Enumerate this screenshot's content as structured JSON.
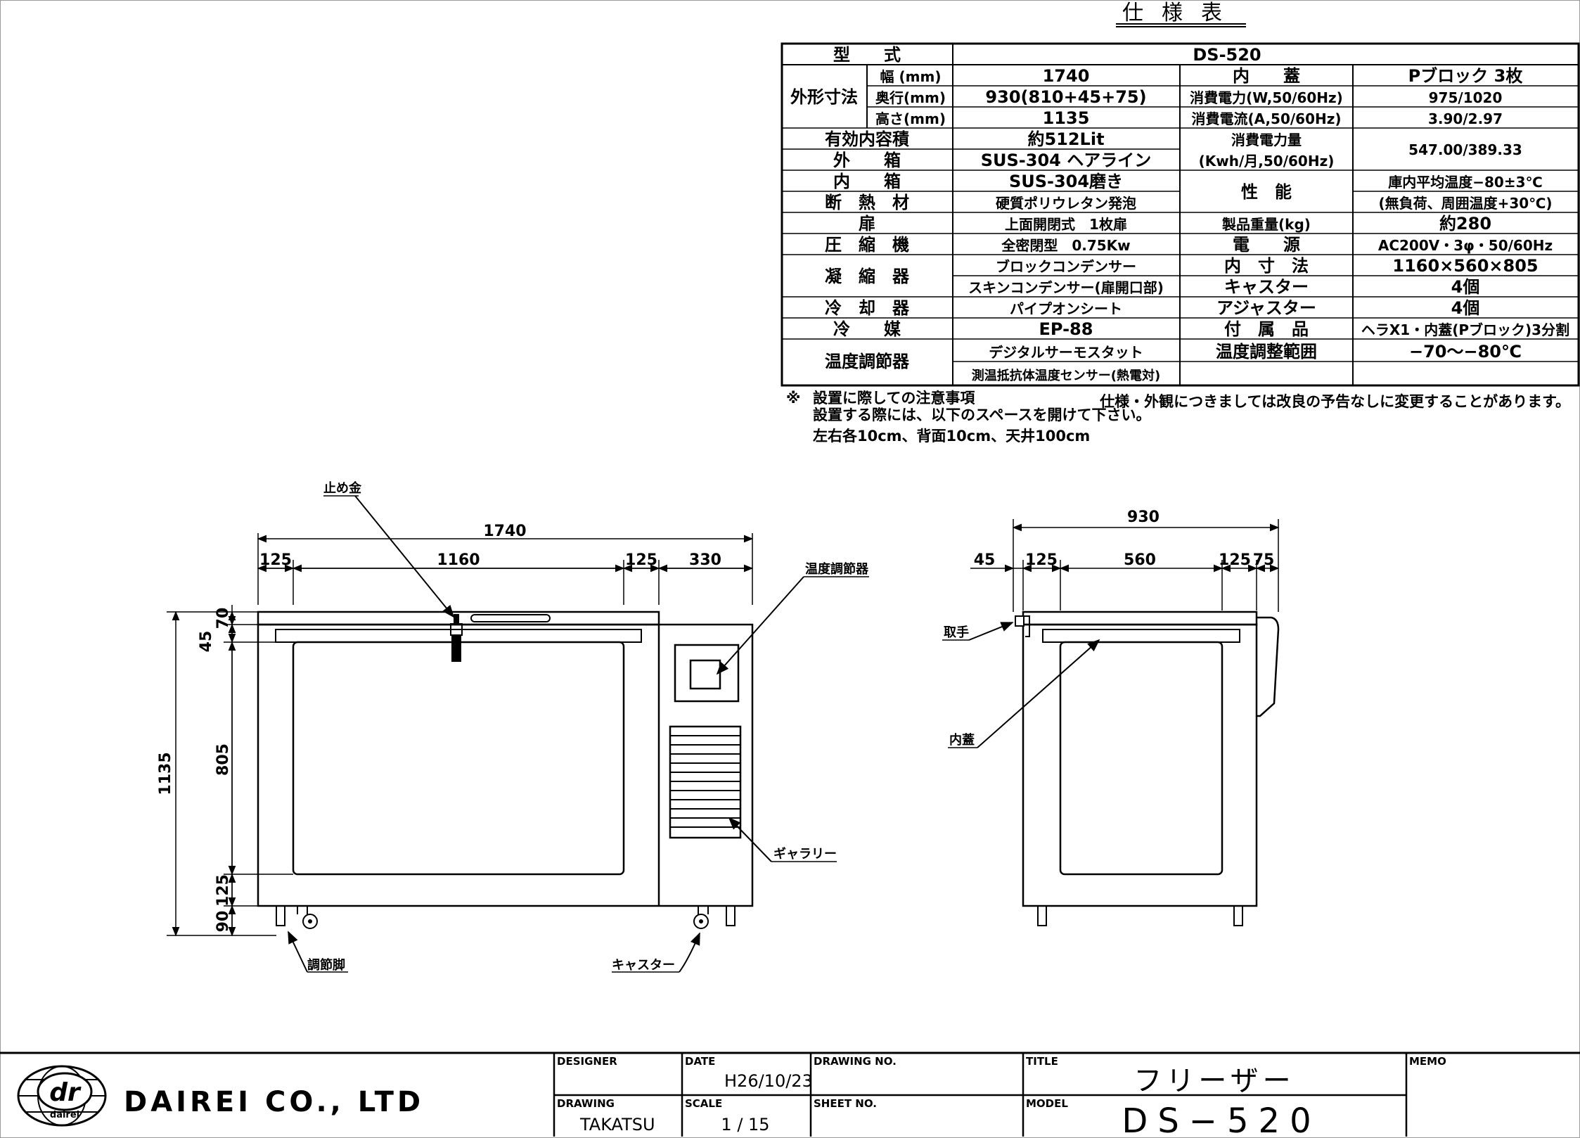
{
  "spec": {
    "title": "仕様表",
    "rows": [
      {
        "l1": "型　　式",
        "l2": "",
        "v": "DS-520",
        "l3": "",
        "v3": ""
      },
      {
        "l1": "外形寸法",
        "l2": "幅 (mm)",
        "v": "1740",
        "l3": "内　　蓋",
        "v3": "Pブロック 3枚"
      },
      {
        "l1": "",
        "l2": "奥行(mm)",
        "v": "930(810+45+75)",
        "l3": "消費電力(W,50/60Hz)",
        "v3": "975/1020"
      },
      {
        "l1": "",
        "l2": "高さ(mm)",
        "v": "1135",
        "l3": "消費電流(A,50/60Hz)",
        "v3": "3.90/2.97"
      },
      {
        "l1": "有効内容積",
        "l2": "",
        "v": "約512Lit",
        "l3": "消費電力量",
        "v3": "547.00/389.33"
      },
      {
        "l1": "外　　箱",
        "l2": "",
        "v": "SUS-304 ヘアライン",
        "l3": "(Kwh/月,50/60Hz)",
        "v3": ""
      },
      {
        "l1": "内　　箱",
        "l2": "",
        "v": "SUS-304磨き",
        "l3": "性　能",
        "v3": "庫内平均温度−80±3℃"
      },
      {
        "l1": "断　熱　材",
        "l2": "",
        "v": "硬質ポリウレタン発泡",
        "l3": "",
        "v3": "(無負荷、周囲温度+30℃)"
      },
      {
        "l1": "扉",
        "l2": "",
        "v": "上面開閉式　1枚扉",
        "l3": "製品重量(kg)",
        "v3": "約280"
      },
      {
        "l1": "圧　縮　機",
        "l2": "",
        "v": "全密閉型　0.75Kw",
        "l3": "電　　源",
        "v3": "AC200V・3φ・50/60Hz"
      },
      {
        "l1": "凝　縮　器",
        "l2": "",
        "v": "ブロックコンデンサー",
        "l3": "内　寸　法",
        "v3": "1160×560×805"
      },
      {
        "l1": "",
        "l2": "",
        "v": "スキンコンデンサー(扉開口部)",
        "l3": "キャスター",
        "v3": "4個"
      },
      {
        "l1": "冷　却　器",
        "l2": "",
        "v": "パイプオンシート",
        "l3": "アジャスター",
        "v3": "4個"
      },
      {
        "l1": "冷　　媒",
        "l2": "",
        "v": "EP-88",
        "l3": "付　属　品",
        "v3": "ヘラX1・内蓋(Pブロック)3分割"
      },
      {
        "l1": "温度調節器",
        "l2": "",
        "v": "デジタルサーモスタット",
        "l3": "温度調整範囲",
        "v3": "−70〜−80℃"
      },
      {
        "l1": "",
        "l2": "",
        "v": "測温抵抗体温度センサー(熱電対)",
        "l3": "",
        "v3": ""
      }
    ],
    "note_mark": "※",
    "note1": "設置に際しての注意事項",
    "note2": "設置する際には、以下のスペースを開けて下さい。",
    "note3": "左右各10cm、背面10cm、天井100cm",
    "note_right": "仕様・外観につきましては改良の予告なしに変更することがあります。"
  },
  "front": {
    "dim_total": "1740",
    "dim_a": "125",
    "dim_b": "1160",
    "dim_c": "125",
    "dim_d": "330",
    "dim_height": "1135",
    "dim_70": "70",
    "dim_45": "45",
    "dim_805": "805",
    "dim_125": "125",
    "dim_90": "90",
    "label_latch": "止め金",
    "label_thermo": "温度調節器",
    "label_gallery": "ギャラリー",
    "label_adjuster": "調節脚",
    "label_caster": "キャスター"
  },
  "side": {
    "dim_total": "930",
    "dim_45": "45",
    "dim_125a": "125",
    "dim_560": "560",
    "dim_125b": "125",
    "dim_75": "75",
    "label_handle": "取手",
    "label_lid": "内蓋"
  },
  "title_block": {
    "company": "DAIREI CO., LTD",
    "logo_text": "dr",
    "logo_sub": "dairei",
    "designer_h": "DESIGNER",
    "date_h": "DATE",
    "date_v": "H26/10/23",
    "drawing_no_h": "DRAWING NO.",
    "title_h": "TITLE",
    "title_v": "フリーザー",
    "memo_h": "MEMO",
    "drawing_h": "DRAWING",
    "drawing_v": "TAKATSU",
    "scale_h": "SCALE",
    "scale_v": "1 / 15",
    "sheet_no_h": "SHEET NO.",
    "model_h": "MODEL",
    "model_v": "DS−520"
  }
}
